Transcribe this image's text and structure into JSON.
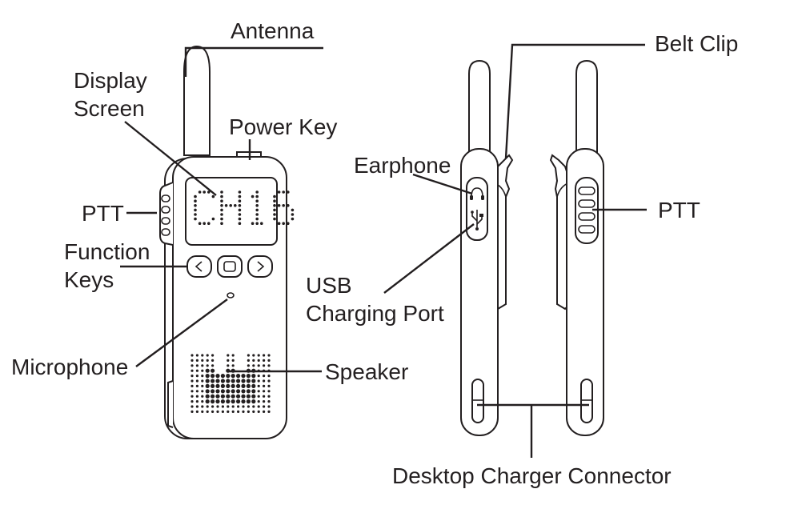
{
  "labels": {
    "antenna": "Antenna",
    "display_line1": "Display",
    "display_line2": "Screen",
    "power_key": "Power Key",
    "ptt_left": "PTT",
    "function_line1": "Function",
    "function_line2": "Keys",
    "microphone": "Microphone",
    "speaker": "Speaker",
    "belt_clip": "Belt Clip",
    "earphone": "Earphone",
    "usb_line1": "USB",
    "usb_line2": "Charging Port",
    "ptt_right": "PTT",
    "desktop_charger": "Desktop Charger Connector"
  },
  "display_text": "CH16",
  "icons": [
    "headphone-icon",
    "usb-icon",
    "chevron-left-icon",
    "menu-square-icon",
    "chevron-right-icon"
  ],
  "colors": {
    "ink": "#231f20",
    "background": "#ffffff"
  }
}
